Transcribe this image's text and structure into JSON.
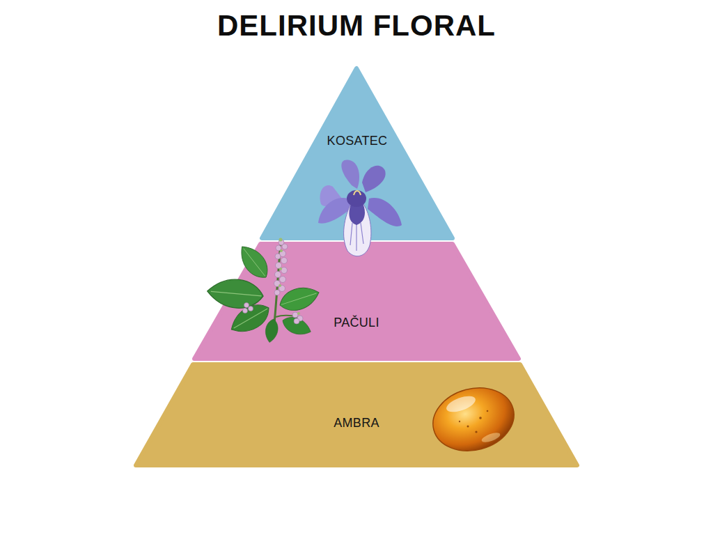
{
  "diagram": {
    "title": "DELIRIUM FLORAL",
    "nodes": [
      {
        "text": [
          "KOSATEC"
        ]
      },
      {
        "text": [
          "PAČULI"
        ]
      },
      {
        "text": [
          "AMBRA"
        ]
      }
    ]
  }
}
